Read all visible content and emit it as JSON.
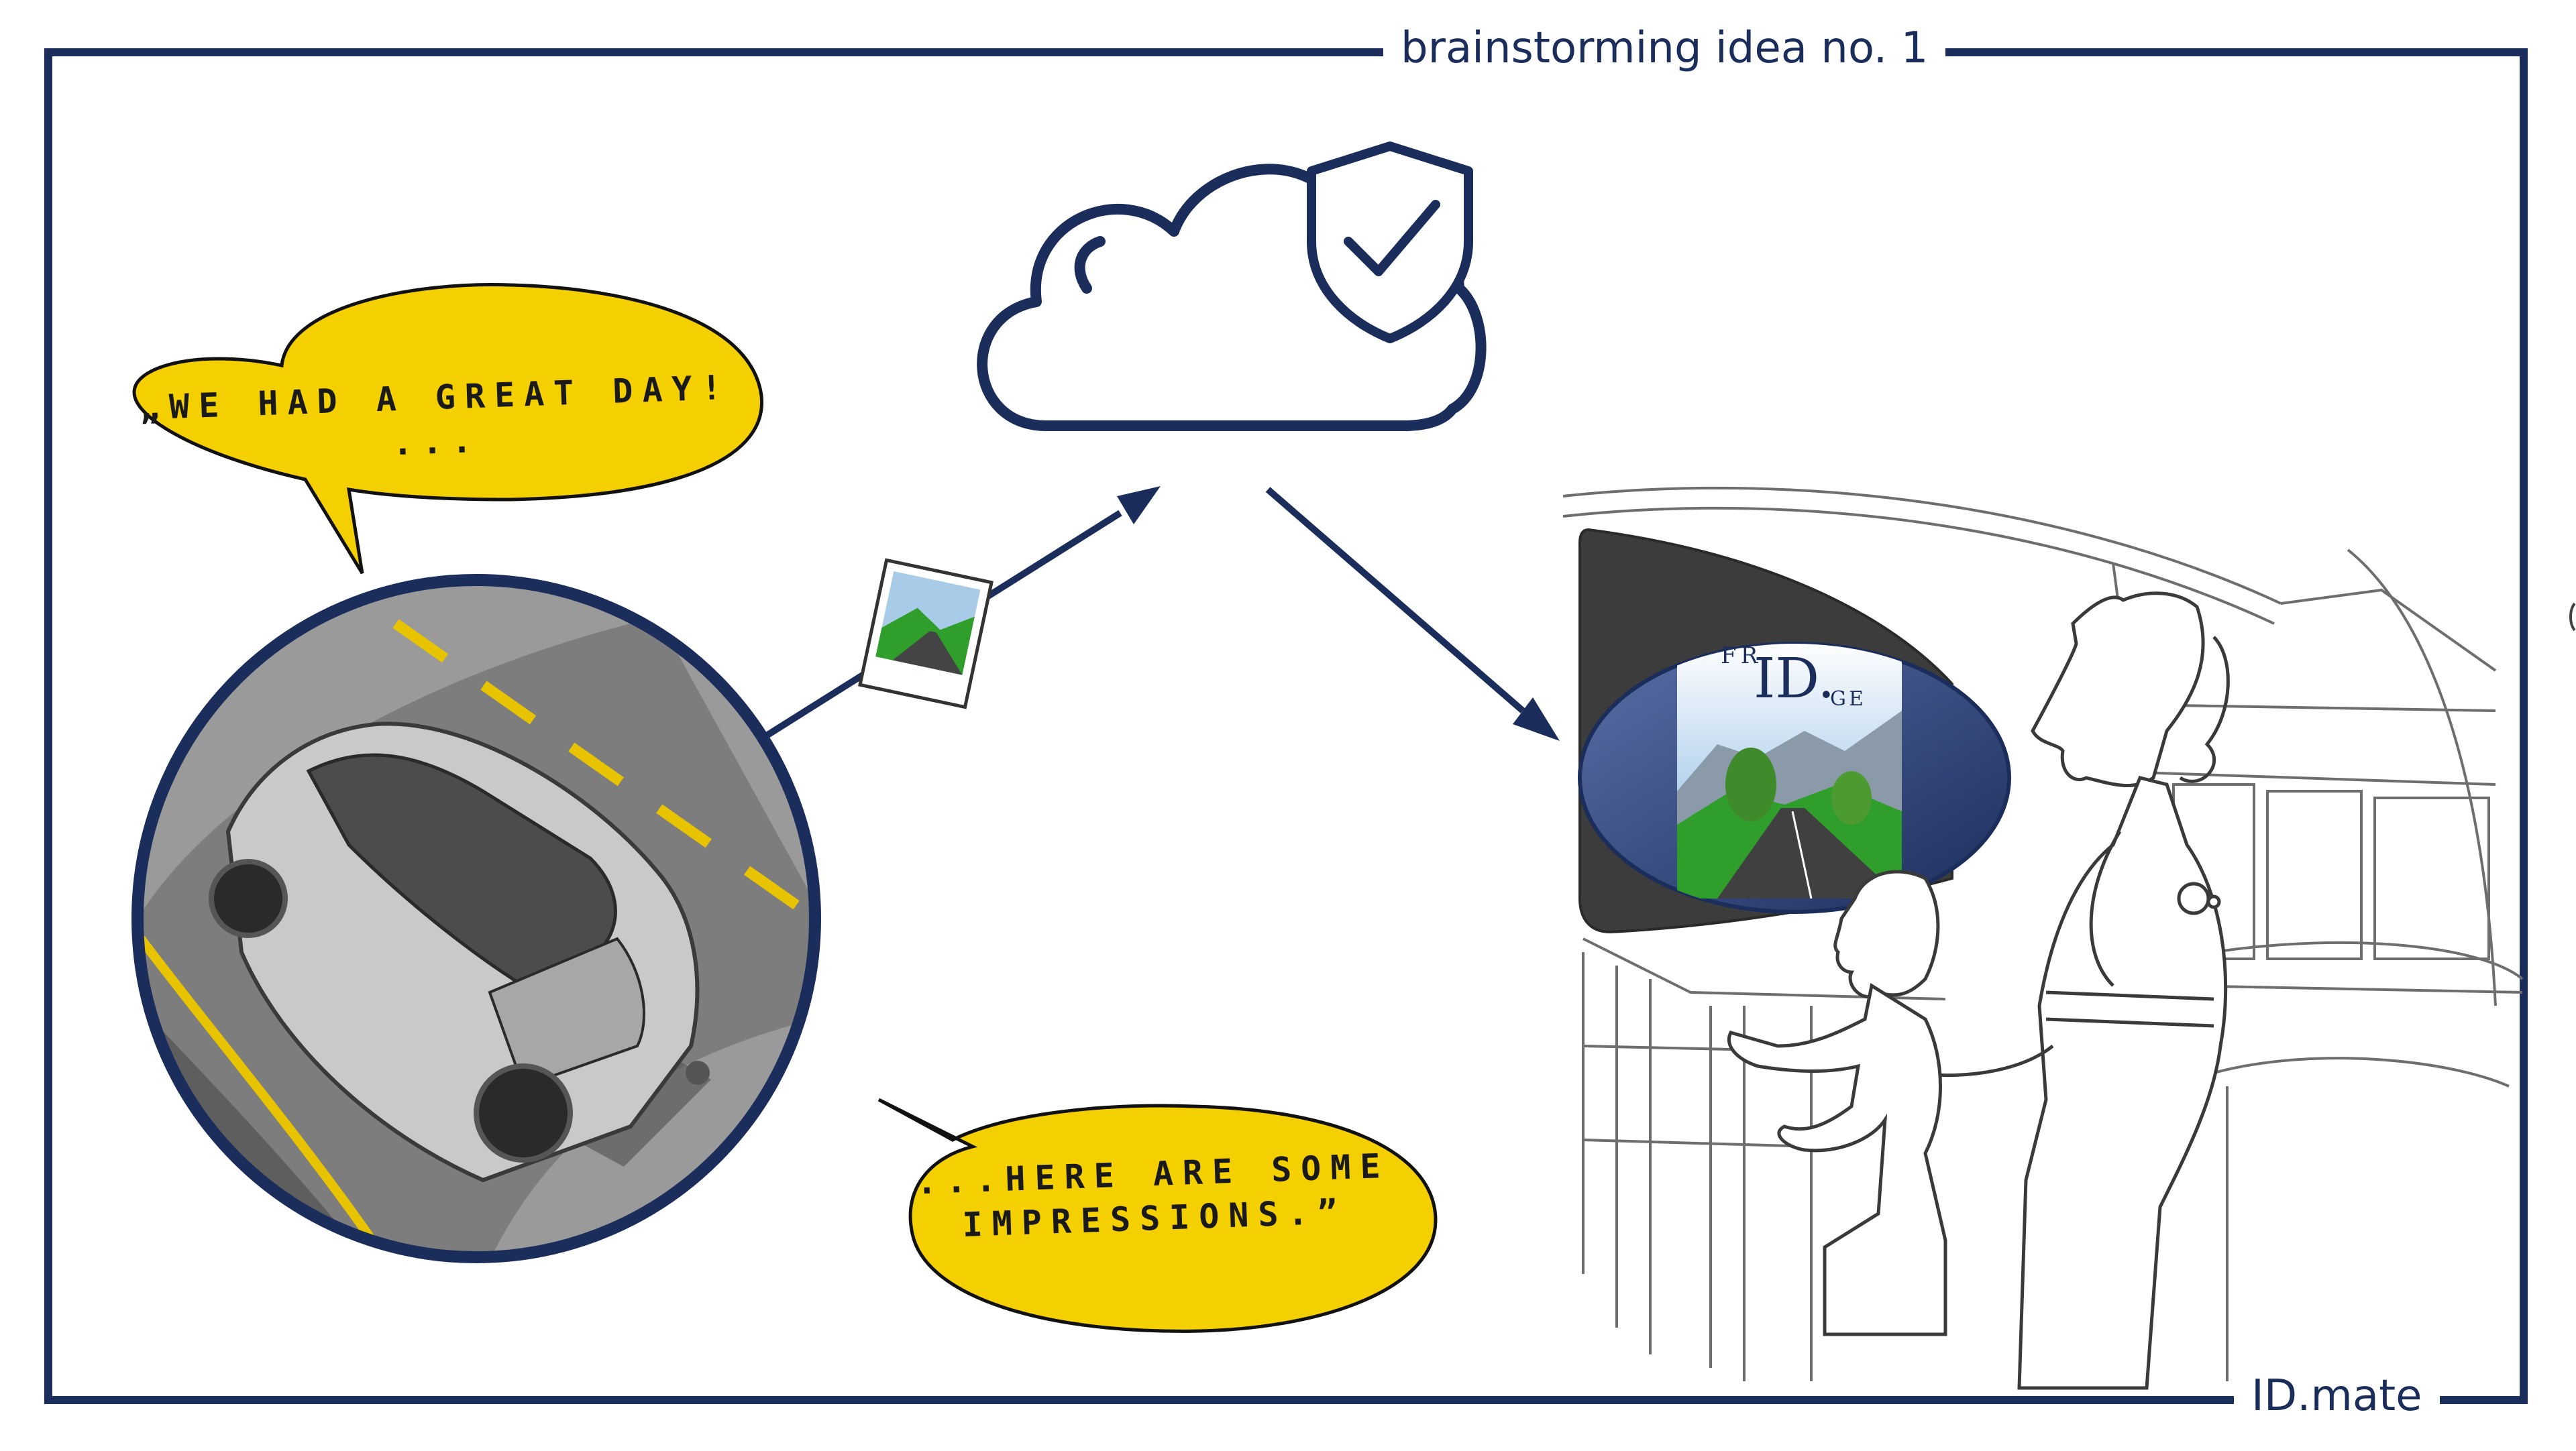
{
  "frame": {
    "title": "brainstorming idea no. 1",
    "brand": "ID.mate"
  },
  "bubbles": {
    "top": {
      "line1": "„WE HAD A GREAT DAY!",
      "line2": "..."
    },
    "bottom": {
      "line1": "...HERE ARE SOME",
      "line2": "IMPRESSIONS.”"
    }
  },
  "screen": {
    "prefix": "FR",
    "logo": "ID.",
    "suffix": "GE"
  },
  "colors": {
    "navy": "#1b2d5a",
    "bubble_yellow": "#f5d000",
    "road_line": "#e8c400",
    "sketch_gray": "#6e6e6e",
    "grass": "#2f9e2a"
  }
}
